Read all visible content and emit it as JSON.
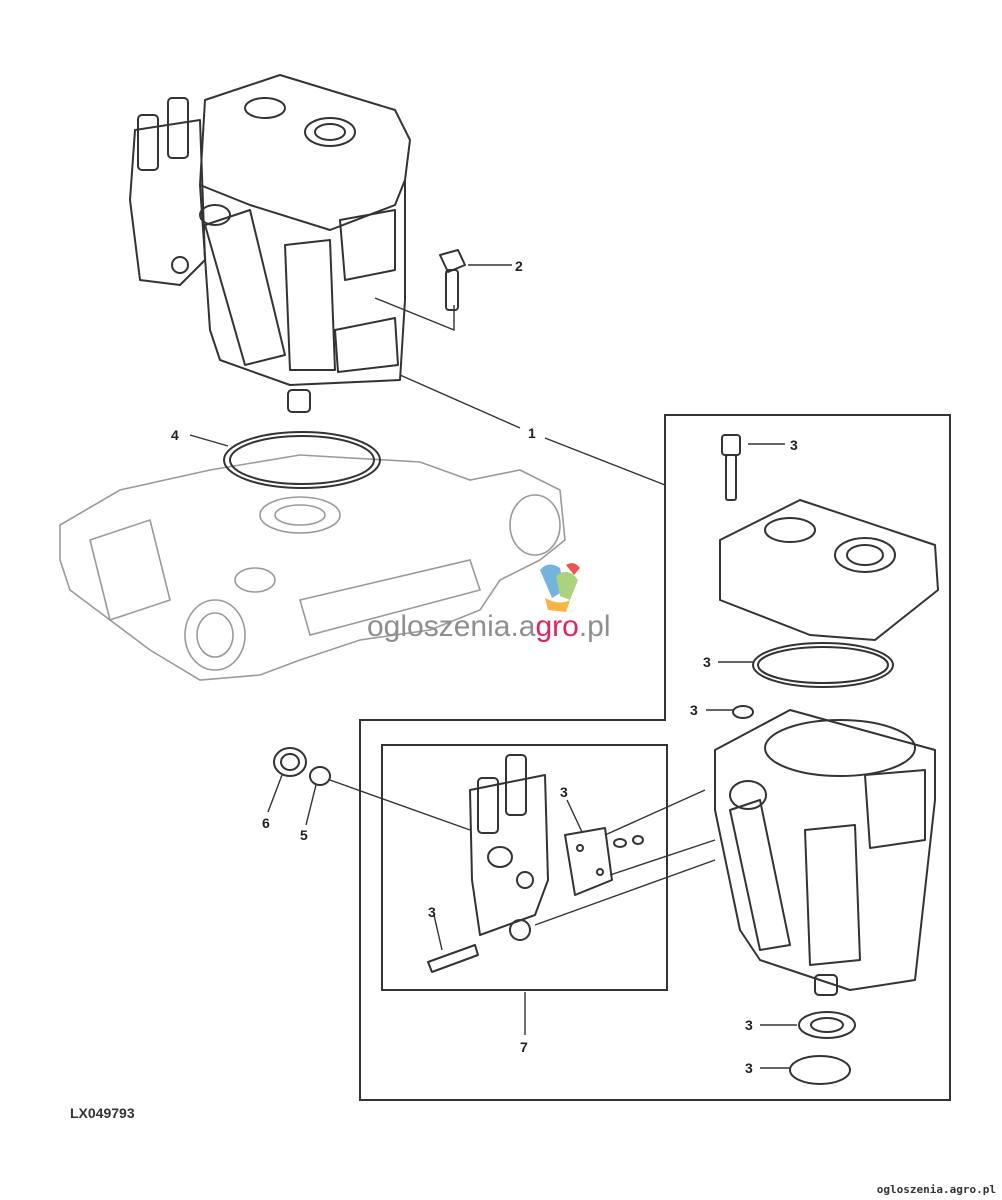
{
  "diagram": {
    "reference_code": "LX049793",
    "callouts": {
      "pump_assembly": "1",
      "cap_screw": "2",
      "kit_cap_screw": "3",
      "kit_head_oring": "3",
      "kit_small_oring": "3",
      "kit_valve_plate": "3",
      "kit_valve_screw": "3",
      "kit_shaft_seal": "3",
      "kit_snap_ring": "3",
      "mount_oring": "4",
      "plug_oring": "5",
      "plug": "6",
      "control_valve": "7"
    }
  },
  "watermark": {
    "prefix": "ogloszenia.a",
    "accent": "gro",
    "suffix": ".pl",
    "footer": "ogloszenia.agro.pl"
  },
  "colors": {
    "line": "#333333",
    "ghost": "#9a9a9a",
    "watermark_text": "#8f8f8f",
    "watermark_accent": "#e0245e"
  }
}
